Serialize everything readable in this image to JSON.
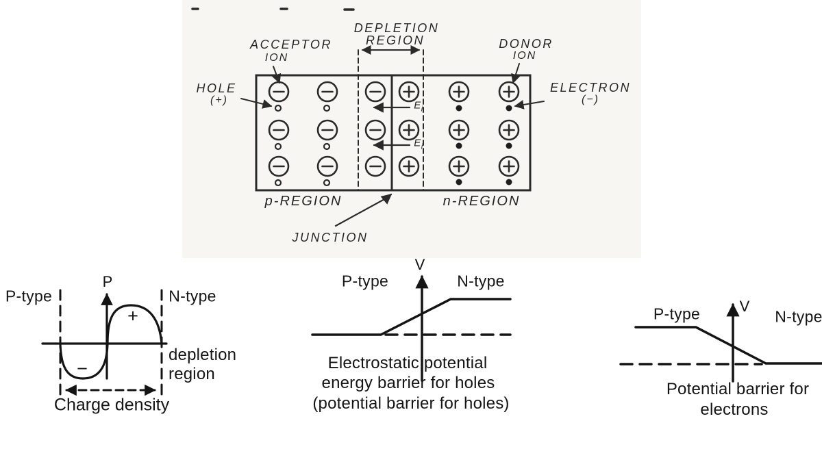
{
  "colors": {
    "ink_top": "#2a2a2a",
    "ink_bottom": "#141414",
    "paper": "#ffffff",
    "scan_tint": "#f7f6f3"
  },
  "pn_junction": {
    "acceptor_ion_label": [
      "ACCEPTOR",
      "ION"
    ],
    "donor_ion_label": [
      "DONOR",
      "ION"
    ],
    "hole_label": [
      "HOLE",
      "(+)"
    ],
    "electron_label": [
      "ELECTRON",
      "(−)"
    ],
    "depletion_region_label": [
      "DEPLETION",
      "REGION"
    ],
    "junction_label": "JUNCTION",
    "p_region_label": "p-REGION",
    "n_region_label": "n-REGION",
    "internal_field_label": {
      "base": "E",
      "sub": "i"
    },
    "structure": {
      "p_region": {
        "fixed_ions": "acceptor ions (circled −)",
        "mobile_carriers": "holes (small open circles)",
        "columns": 2,
        "rows": 3
      },
      "depletion_region": {
        "left_of_junction": "acceptor ions (circled −)",
        "right_of_junction": "donor ions (circled +)",
        "mobile_carriers": "none",
        "field_arrows": 2
      },
      "n_region": {
        "fixed_ions": "donor ions (circled +)",
        "mobile_carriers": "electrons (filled dots)",
        "columns": 2,
        "rows": 3
      }
    }
  },
  "charge_density_plot": {
    "p_type_label": "P-type",
    "n_type_label": "N-type",
    "y_axis_label": "P",
    "negative_lobe_label": "−",
    "positive_lobe_label": "+",
    "depletion_region_label": [
      "depletion",
      "region"
    ],
    "caption": "Charge density"
  },
  "hole_barrier_plot": {
    "p_type_label": "P-type",
    "n_type_label": "N-type",
    "y_axis_label": "V",
    "caption": [
      "Electrostatic potential",
      "energy barrier for holes",
      "(potential barrier for holes)"
    ]
  },
  "electron_barrier_plot": {
    "p_type_label": "P-type",
    "n_type_label": "N-type",
    "y_axis_label": "V",
    "caption": [
      "Potential barrier for",
      "electrons"
    ]
  }
}
